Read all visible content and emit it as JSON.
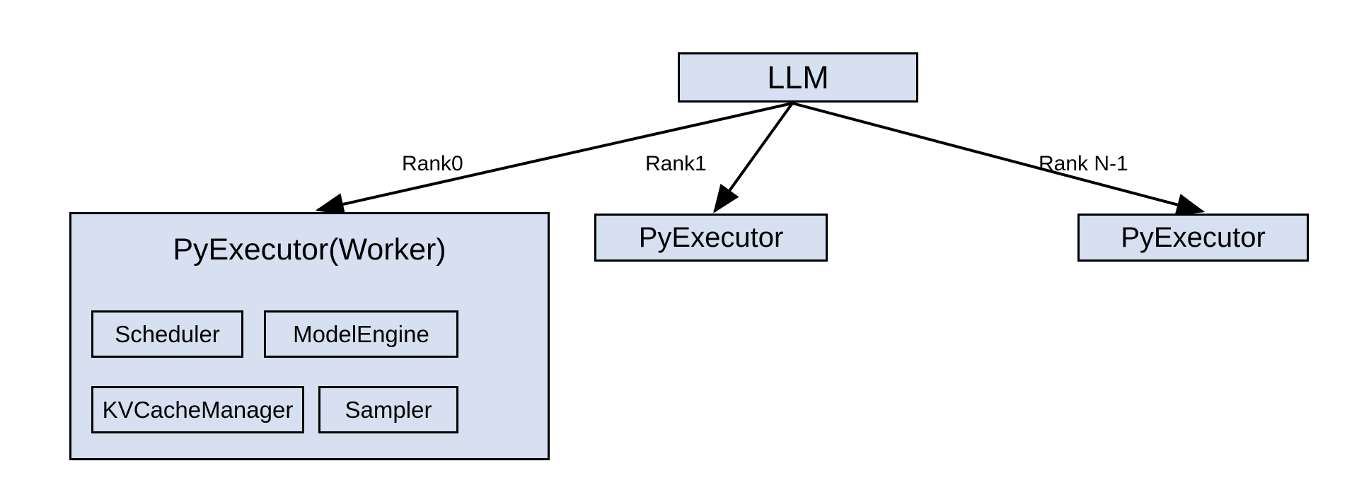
{
  "diagram": {
    "title": "TensorRT-LLM PyExecutor rank topology",
    "background_color": "#ffffff",
    "node_fill": "#d6e0f0",
    "node_stroke": "#000000",
    "edge_color": "#000000"
  },
  "nodes": {
    "llm": {
      "label": "LLM"
    },
    "worker": {
      "label": "PyExecutor(Worker)",
      "children": [
        {
          "label": "Scheduler"
        },
        {
          "label": "ModelEngine"
        },
        {
          "label": "KVCacheManager"
        },
        {
          "label": "Sampler"
        }
      ]
    },
    "pyexecutor_mid": {
      "label": "PyExecutor"
    },
    "pyexecutor_right": {
      "label": "PyExecutor"
    }
  },
  "edges": [
    {
      "from": "llm",
      "to": "worker",
      "label": "Rank0"
    },
    {
      "from": "llm",
      "to": "pyexecutor_mid",
      "label": "Rank1"
    },
    {
      "from": "llm",
      "to": "pyexecutor_right",
      "label": "Rank N-1"
    }
  ]
}
